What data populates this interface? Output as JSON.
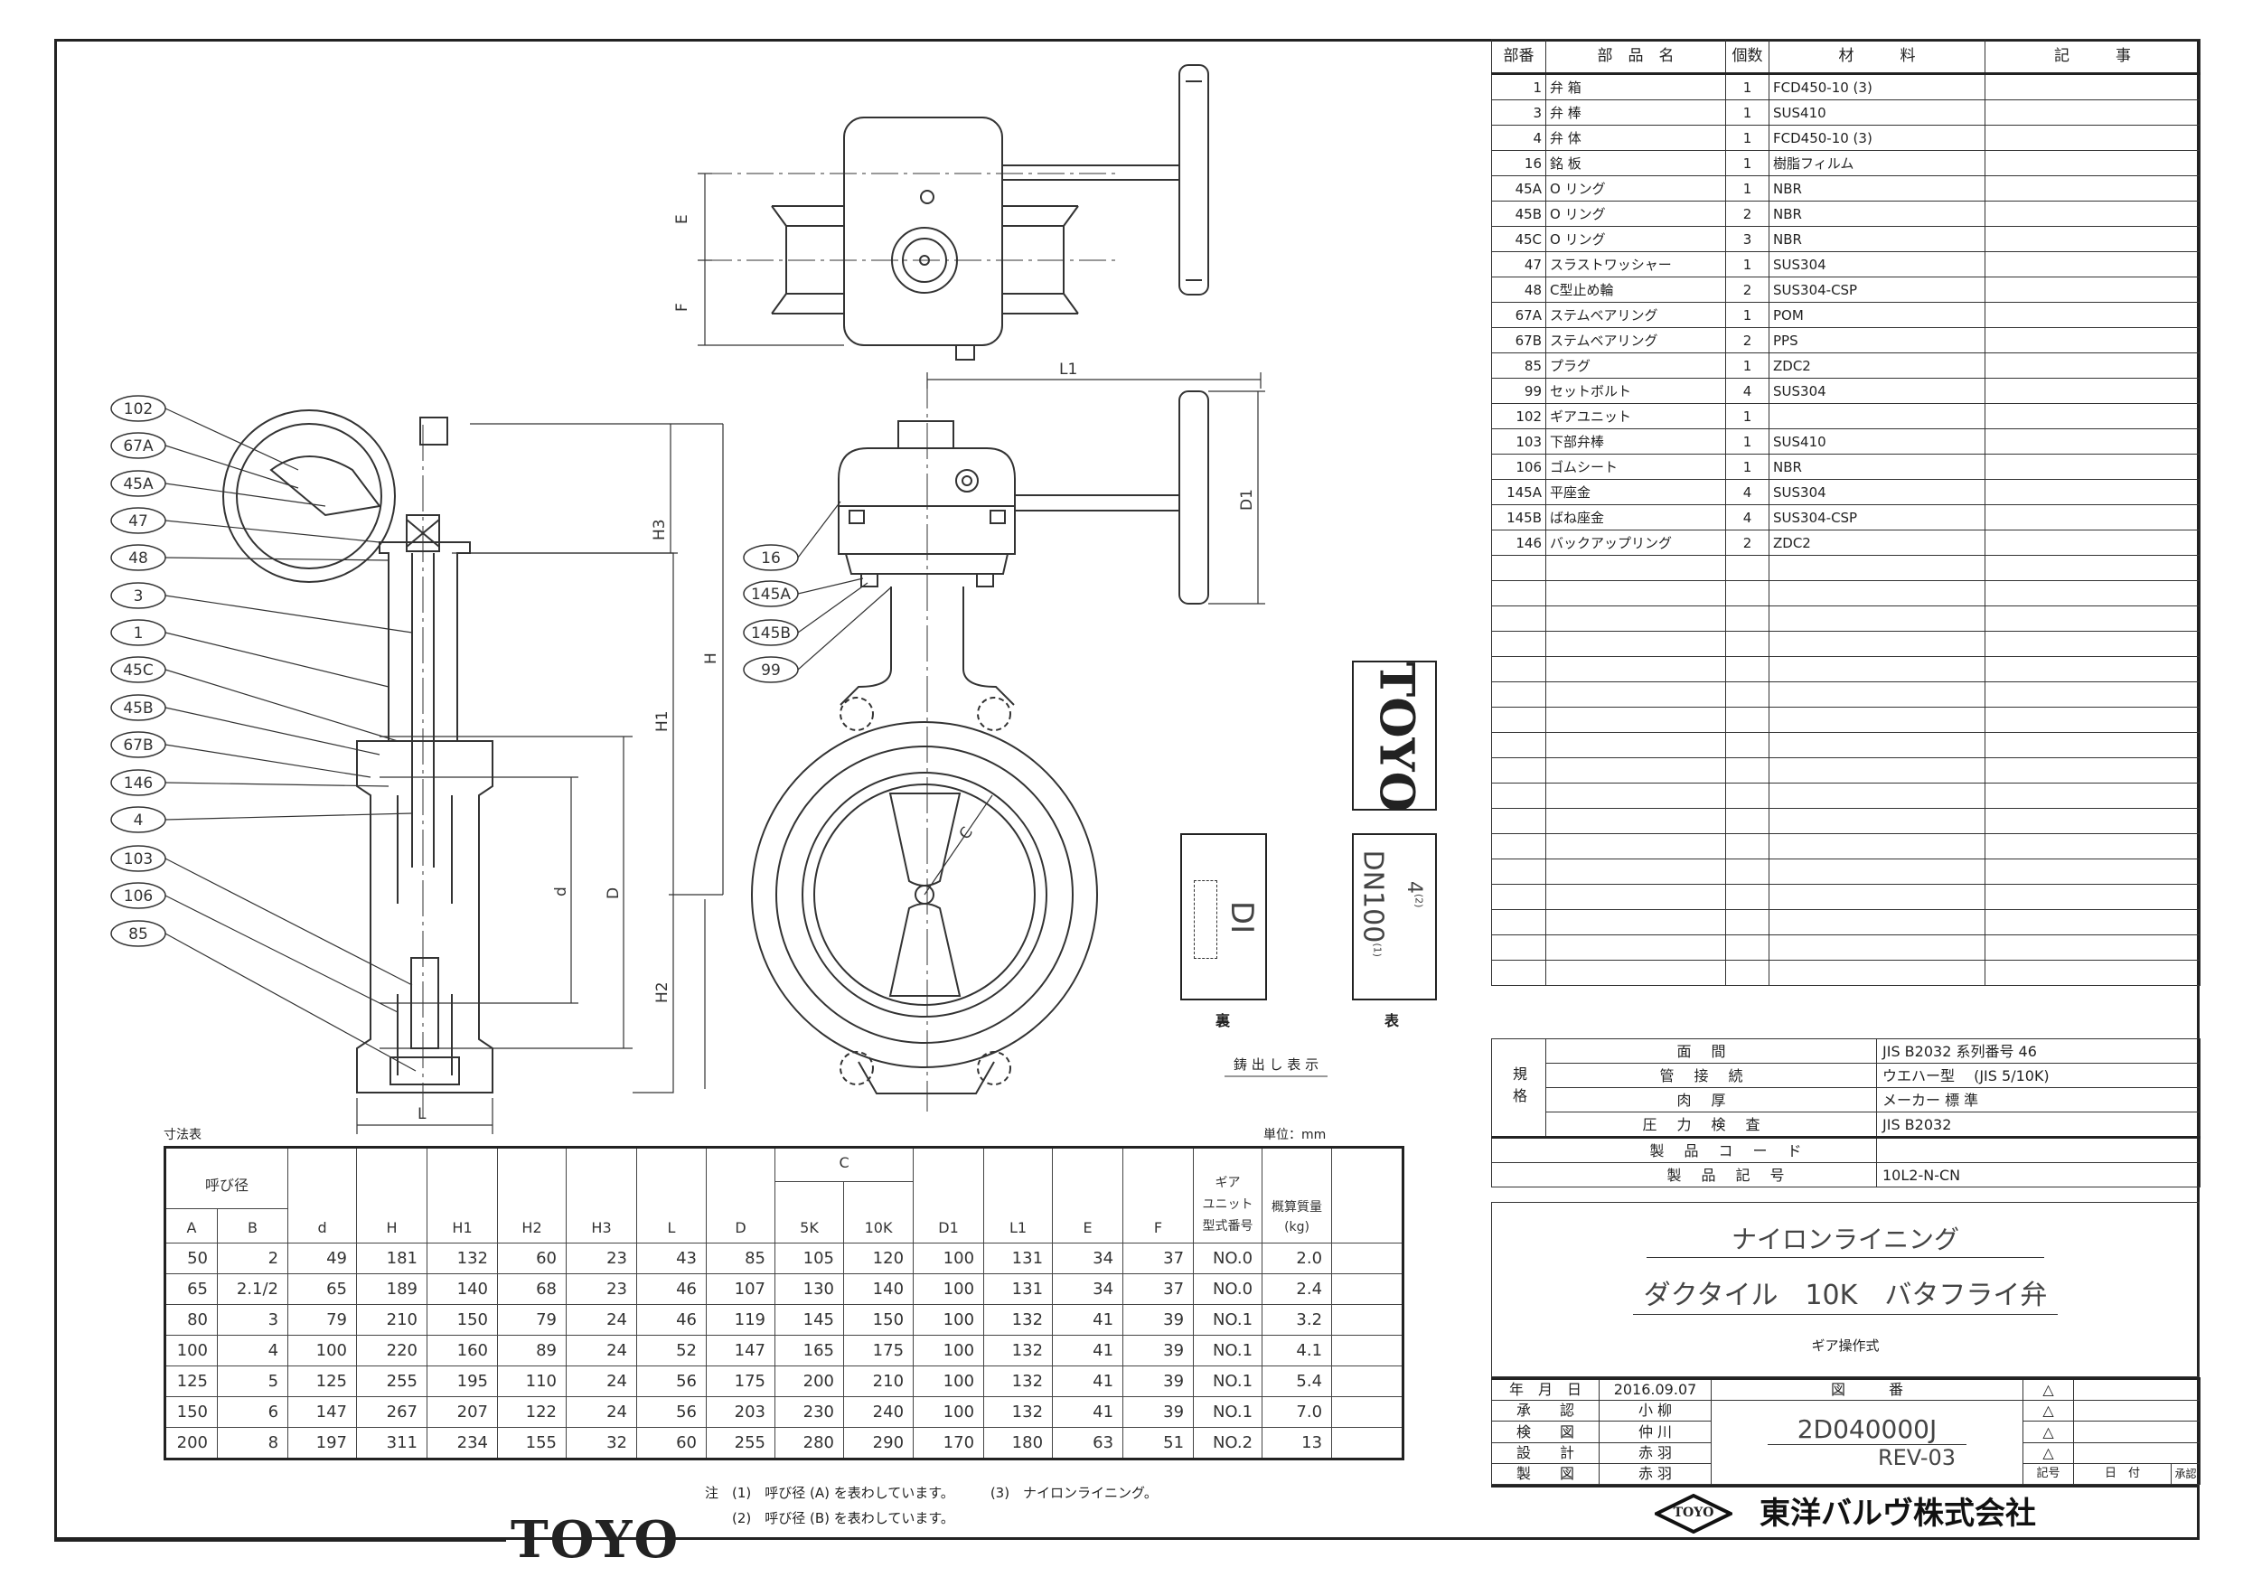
{
  "parts_table": {
    "headers": [
      "部番",
      "部　品　名",
      "個数",
      "材　　　料",
      "記　　　事"
    ],
    "rows": [
      {
        "no": "1",
        "name": "弁 箱",
        "qty": "1",
        "material": "FCD450-10 (3)",
        "note": ""
      },
      {
        "no": "3",
        "name": "弁 棒",
        "qty": "1",
        "material": "SUS410",
        "note": ""
      },
      {
        "no": "4",
        "name": "弁 体",
        "qty": "1",
        "material": "FCD450-10 (3)",
        "note": ""
      },
      {
        "no": "16",
        "name": "銘 板",
        "qty": "1",
        "material": "樹脂フィルム",
        "note": ""
      },
      {
        "no": "45A",
        "name": "O リング",
        "qty": "1",
        "material": "NBR",
        "note": ""
      },
      {
        "no": "45B",
        "name": "O リング",
        "qty": "2",
        "material": "NBR",
        "note": ""
      },
      {
        "no": "45C",
        "name": "O リング",
        "qty": "3",
        "material": "NBR",
        "note": ""
      },
      {
        "no": "47",
        "name": "スラストワッシャー",
        "qty": "1",
        "material": "SUS304",
        "note": ""
      },
      {
        "no": "48",
        "name": "C型止め輪",
        "qty": "2",
        "material": "SUS304-CSP",
        "note": ""
      },
      {
        "no": "67A",
        "name": "ステムベアリング",
        "qty": "1",
        "material": "POM",
        "note": ""
      },
      {
        "no": "67B",
        "name": "ステムベアリング",
        "qty": "2",
        "material": "PPS",
        "note": ""
      },
      {
        "no": "85",
        "name": "プラグ",
        "qty": "1",
        "material": "ZDC2",
        "note": ""
      },
      {
        "no": "99",
        "name": "セットボルト",
        "qty": "4",
        "material": "SUS304",
        "note": ""
      },
      {
        "no": "102",
        "name": "ギアユニット",
        "qty": "1",
        "material": "",
        "note": ""
      },
      {
        "no": "103",
        "name": "下部弁棒",
        "qty": "1",
        "material": "SUS410",
        "note": ""
      },
      {
        "no": "106",
        "name": "ゴムシート",
        "qty": "1",
        "material": "NBR",
        "note": ""
      },
      {
        "no": "145A",
        "name": "平座金",
        "qty": "4",
        "material": "SUS304",
        "note": ""
      },
      {
        "no": "145B",
        "name": "ばね座金",
        "qty": "4",
        "material": "SUS304-CSP",
        "note": ""
      },
      {
        "no": "146",
        "name": "バックアップリング",
        "qty": "2",
        "material": "ZDC2",
        "note": ""
      }
    ]
  },
  "spec": {
    "group_label": "規格",
    "rows": [
      {
        "label": "面間",
        "value": "JIS B2032 系列番号 46"
      },
      {
        "label": "管接続",
        "value": "ウエハー型　 (JIS 5/10K)"
      },
      {
        "label": "肉厚",
        "value": "メーカー 標 準"
      },
      {
        "label": "圧力検査",
        "value": "JIS B2032"
      }
    ],
    "product_code_label": "製品コード",
    "product_code": "",
    "product_symbol_label": "製品記号",
    "product_symbol": "10L2-N-CN"
  },
  "title": {
    "line1": "ナイロンライニング",
    "line2": "ダクタイル　10K　バタフライ弁",
    "line3": "ギア操作式"
  },
  "signoff": {
    "date_label": "年　月　日",
    "date": "2016.09.07",
    "drawing_no_label": "図　　　番",
    "rows": [
      {
        "label": "承　　認",
        "name": "小 柳"
      },
      {
        "label": "検　　図",
        "name": "仲 川"
      },
      {
        "label": "設　　計",
        "name": "赤 羽"
      },
      {
        "label": "製　　図",
        "name": "赤 羽"
      }
    ],
    "drawing_no": "2D040000J",
    "revision": "REV-03",
    "rev_symbol": "△",
    "rev_headers": [
      "記号",
      "日　付",
      "承認"
    ]
  },
  "company": {
    "logo_text": "TOYO",
    "name": "東洋バルヴ株式会社"
  },
  "dimension_table": {
    "caption": "寸法表",
    "unit": "単位：mm",
    "nominal_label": "呼び径",
    "c_label": "C",
    "headers": [
      "A",
      "B",
      "d",
      "H",
      "H1",
      "H2",
      "H3",
      "L",
      "D",
      "5K",
      "10K",
      "D1",
      "L1",
      "E",
      "F"
    ],
    "gear_label": [
      "ギア",
      "ユニット",
      "型式番号"
    ],
    "mass_label": [
      "概算質量",
      "(kg)"
    ],
    "rows": [
      [
        "50",
        "2",
        "49",
        "181",
        "132",
        "60",
        "23",
        "43",
        "85",
        "105",
        "120",
        "100",
        "131",
        "34",
        "37",
        "NO.0",
        "2.0",
        ""
      ],
      [
        "65",
        "2.1/2",
        "65",
        "189",
        "140",
        "68",
        "23",
        "46",
        "107",
        "130",
        "140",
        "100",
        "131",
        "34",
        "37",
        "NO.0",
        "2.4",
        ""
      ],
      [
        "80",
        "3",
        "79",
        "210",
        "150",
        "79",
        "24",
        "46",
        "119",
        "145",
        "150",
        "100",
        "132",
        "41",
        "39",
        "NO.1",
        "3.2",
        ""
      ],
      [
        "100",
        "4",
        "100",
        "220",
        "160",
        "89",
        "24",
        "52",
        "147",
        "165",
        "175",
        "100",
        "132",
        "41",
        "39",
        "NO.1",
        "4.1",
        ""
      ],
      [
        "125",
        "5",
        "125",
        "255",
        "195",
        "110",
        "24",
        "56",
        "175",
        "200",
        "210",
        "100",
        "132",
        "41",
        "39",
        "NO.1",
        "5.4",
        ""
      ],
      [
        "150",
        "6",
        "147",
        "267",
        "207",
        "122",
        "24",
        "56",
        "203",
        "230",
        "240",
        "100",
        "132",
        "41",
        "39",
        "NO.1",
        "7.0",
        ""
      ],
      [
        "200",
        "8",
        "197",
        "311",
        "234",
        "155",
        "32",
        "60",
        "255",
        "280",
        "290",
        "170",
        "180",
        "63",
        "51",
        "NO.2",
        "13",
        ""
      ]
    ]
  },
  "notes": {
    "prefix": "注",
    "n1": "(1)　呼び径 (A) を表わしています。",
    "n3": "(3)　ナイロンライニング。",
    "n2": "(2)　呼び径 (B) を表わしています。"
  },
  "casting_marks": {
    "title": "鋳 出 し 表 示",
    "back_label": "裏",
    "front_label": "表",
    "back_text": "DI",
    "front_text": "DN100",
    "front_sup1": "(1)",
    "front_size": "4",
    "front_sup2": "(2)",
    "logo_text": "TOYO"
  },
  "drawing": {
    "callouts_left": [
      "102",
      "67A",
      "45A",
      "47",
      "48",
      "3",
      "1",
      "45C",
      "45B",
      "67B",
      "146",
      "4",
      "103",
      "106",
      "85"
    ],
    "callouts_right": [
      "16",
      "145A",
      "145B",
      "99"
    ],
    "dims": {
      "E": "E",
      "F": "F",
      "L1": "L1",
      "D1": "D1",
      "H3": "H3",
      "H": "H",
      "H1": "H1",
      "H2": "H2",
      "d": "d",
      "D": "D",
      "L": "L",
      "C": "C"
    }
  },
  "footer_logo": "TOYO"
}
